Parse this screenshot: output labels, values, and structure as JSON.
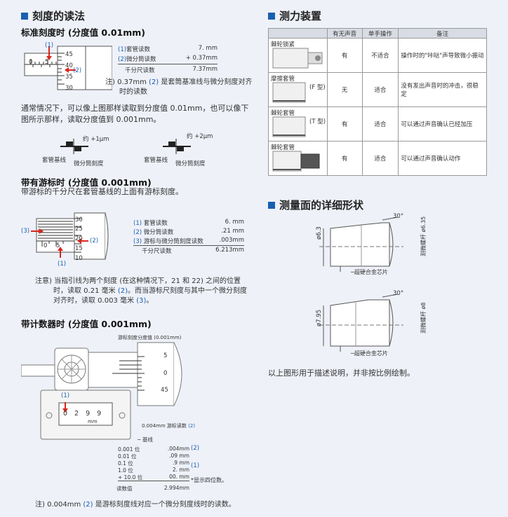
{
  "scale_reading": {
    "title": "刻度的读法",
    "standard": {
      "title": "标准刻度时 (分度值 0.01mm)",
      "circle_nums": [
        "(1)",
        "(2)"
      ],
      "scale_labels": [
        "45",
        "40",
        "35",
        "30",
        "0",
        "5"
      ],
      "rows": [
        {
          "num": "(1)",
          "label": "套管读数",
          "value": "7.   mm"
        },
        {
          "num": "(2)",
          "label": "微分筒读数",
          "value": "+ 0.37mm"
        },
        {
          "num": "",
          "label": "千分尺读数",
          "value": "7.37mm"
        }
      ],
      "note_prefix": "注) 0.37mm",
      "note_num": "(2)",
      "note_suffix": "是套筒基准线与微分刻度对齐",
      "note_line2": "时的读数",
      "paragraph": "通常情况下，可以像上图那样读取到分度值 0.01mm，也可以像下图所示那样，读取分度值到 0.001mm。",
      "small_diagrams": [
        {
          "top": "约 +1μm",
          "left": "套管基线",
          "right": "微分筒刻度"
        },
        {
          "top": "约 +2μm",
          "left": "套管基线",
          "right": "微分筒刻度"
        }
      ]
    },
    "vernier": {
      "title": "带有游标时 (分度值 0.001mm)",
      "desc": "带游标的千分尺在套管基线的上面有游标刻度。",
      "circle_nums": [
        "(3)",
        "(2)",
        "(1)"
      ],
      "scale_labels": [
        "30",
        "25",
        "20",
        "15",
        "10",
        "0",
        "5"
      ],
      "rows": [
        {
          "num": "(1)",
          "label": "套管读数",
          "value": "6.     mm"
        },
        {
          "num": "(2)",
          "label": "微分筒读数",
          "value": ".21 mm"
        },
        {
          "num": "(3)",
          "label": "游标与微分筒刻度读数",
          "value": ".003mm"
        },
        {
          "num": "",
          "label": "千分尺读数",
          "value": "6.213mm"
        }
      ],
      "note_l1_a": "注意) 当指引线为两个刻度 (在这种情况下，21 和 22) 之间的位置",
      "note_l2_a": "时，读取 0.21 毫米",
      "note_l2_num": "(2)",
      "note_l2_b": "。而当游标尺刻度与其中一个微分刻度",
      "note_l3_a": "对齐时，读取 0.003 毫米",
      "note_l3_num": "(3)",
      "note_l3_b": "。"
    },
    "counter": {
      "title": "带计数器时 (分度值 0.001mm)",
      "top_label": "游标刻度分度值 (0.001mm)",
      "scale_labels": [
        "5",
        "0",
        "45"
      ],
      "counter_digits": [
        "0",
        "2",
        "9",
        "9"
      ],
      "counter_unit": "mm",
      "num1": "(1)",
      "vernier_reading": "0.004mm 游标读数",
      "vernier_num": "(2)",
      "baseline": "基线",
      "rows": [
        {
          "label": "0.001 位",
          "value": ".004mm"
        },
        {
          "label": "0.01 位",
          "value": ".09  mm"
        },
        {
          "label": "0.1 位",
          "value": ".9    mm"
        },
        {
          "label": "1.0 位",
          "value": "2.     mm"
        },
        {
          "label": "+ 10.0 位",
          "value": "00.    mm"
        }
      ],
      "row_num_2": "(2)",
      "row_num_1": "(1)",
      "four_digits": "*显示四位数。",
      "total_label": "读数值",
      "total_value": "2.994mm",
      "note_prefix": "注) 0.004mm",
      "note_num": "(2)",
      "note_suffix": "是游标刻度线对应一个微分刻度线时的读数。"
    }
  },
  "measuring_force": {
    "title": "测力装置",
    "headers": [
      "",
      "有无声音",
      "单手操作",
      "备注"
    ],
    "rows": [
      {
        "name": "棘轮锁紧",
        "type": "",
        "sound": "有",
        "onehand": "不适合",
        "note": "操作时的\"咔哒\"声导致微小振动"
      },
      {
        "name": "摩擦套管",
        "type": "(F 型)",
        "sound": "无",
        "onehand": "适合",
        "note": "没有发出声音时的冲击，很稳定"
      },
      {
        "name": "棘轮套管",
        "type": "(T 型)",
        "sound": "有",
        "onehand": "适合",
        "note": "可以通过声音确认已经加压"
      },
      {
        "name": "棘轮套管",
        "type": "",
        "sound": "有",
        "onehand": "适合",
        "note": "可以通过声音确认动作"
      }
    ]
  },
  "measuring_face": {
    "title": "测量面的详细形状",
    "diagram1": {
      "angle": "30°",
      "left_dim": "ø6.3",
      "right_dim": "测微螺杆 ø6.35",
      "bottom": "超硬合金芯片"
    },
    "diagram2": {
      "angle": "30°",
      "left_dim": "ø7.95",
      "right_dim": "测微螺杆 ø8",
      "bottom": "超硬合金芯片"
    },
    "footer": "以上图形用于描述说明，并非按比例绘制。"
  },
  "colors": {
    "accent": "#1a5fb0",
    "arrow": "#d9261c",
    "bg": "#eef1f8"
  }
}
